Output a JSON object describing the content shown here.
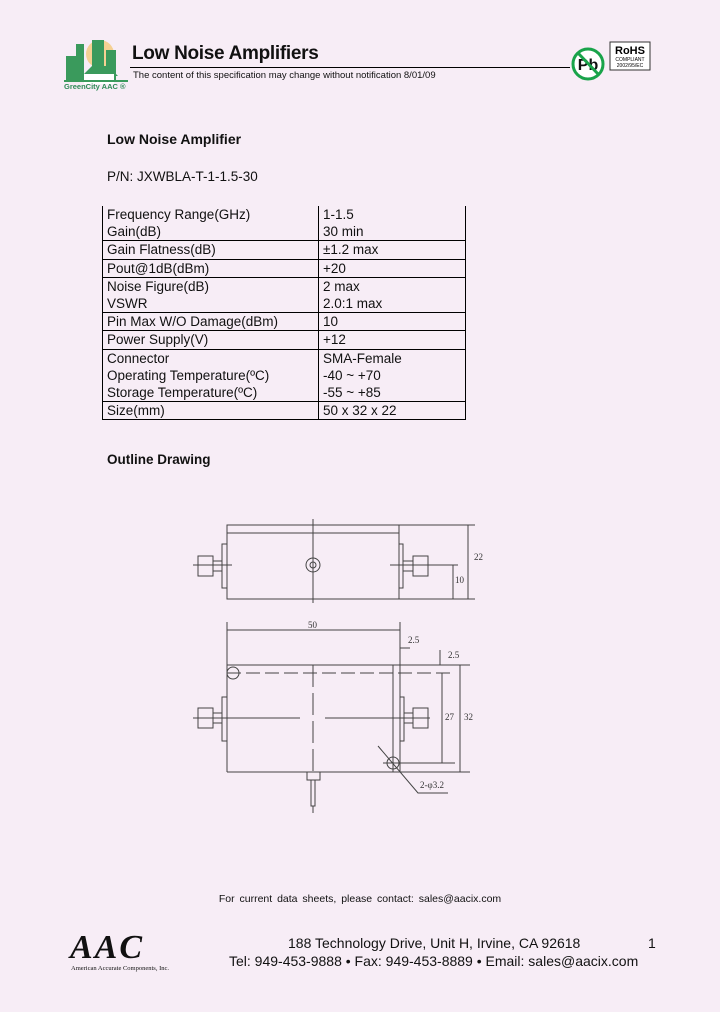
{
  "header": {
    "title": "Low Noise Amplifiers",
    "notice": "The content of this specification may change without notification 8/01/09",
    "logo_text": "GreenCity AAC ®",
    "rohs_badge": {
      "pb": "Pb",
      "rohs": "RoHS",
      "compliant": "COMPLIANT",
      "directive": "2002/95/EC"
    },
    "logo_color": "#3a9a5c"
  },
  "product": {
    "title": "Low Noise Amplifier",
    "part_number": "P/N: JXWBLA-T-1-1.5-30"
  },
  "specs": [
    {
      "label": "Frequency Range(GHz)",
      "value": "1-1.5"
    },
    {
      "label": "Gain(dB)",
      "value": "30 min"
    },
    {
      "label": "Gain Flatness(dB)",
      "value": "±1.2 max"
    },
    {
      "label": "Pout@1dB(dBm)",
      "value": "+20"
    },
    {
      "label": "Noise Figure(dB)",
      "value": "2 max"
    },
    {
      "label": "VSWR",
      "value": "2.0:1 max"
    },
    {
      "label": "Pin Max W/O Damage(dBm)",
      "value": "10"
    },
    {
      "label": "Power Supply(V)",
      "value": "+12"
    },
    {
      "label": "Connector",
      "value": "SMA-Female"
    },
    {
      "label": "Operating Temperature(ºC)",
      "value": "-40 ~ +70"
    },
    {
      "label": "Storage Temperature(ºC)",
      "value": "-55 ~ +85"
    },
    {
      "label": "Size(mm)",
      "value": "50 x 32 x 22"
    }
  ],
  "outline": {
    "title": "Outline Drawing",
    "dims": {
      "height": "22",
      "conn_height": "10",
      "length": "50",
      "offset_x": "2.5",
      "offset_y": "2.5",
      "hole_span": "27",
      "width": "32",
      "holes": "2-φ3.2"
    }
  },
  "footer": {
    "contact": "For current data sheets, please contact: sales@aacix.com",
    "logo": "AAC",
    "company": "American Accurate Components, Inc.",
    "address": "188 Technology Drive, Unit H, Irvine, CA 92618",
    "tel_line": "Tel: 949-453-9888 • Fax: 949-453-8889 • Email: sales@aacix.com",
    "page": "1"
  }
}
